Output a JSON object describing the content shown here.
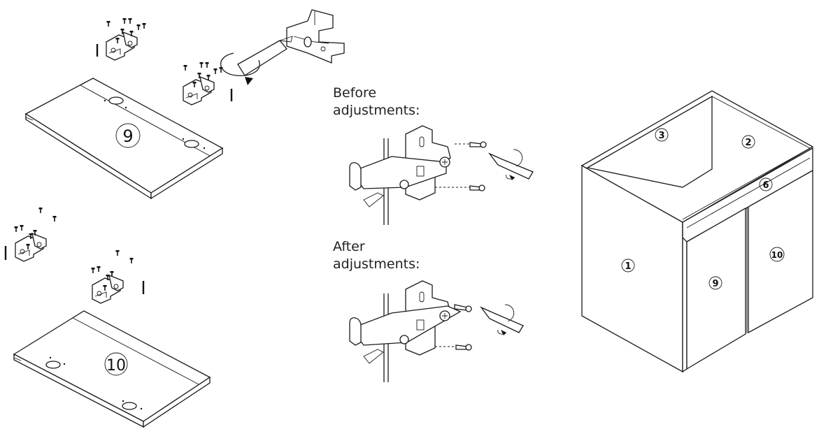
{
  "panels": {
    "door_9": {
      "label": "9"
    },
    "door_10": {
      "label": "10"
    }
  },
  "captions": {
    "before": [
      "Before",
      "adjustments:"
    ],
    "after": [
      "After",
      "adjustments:"
    ]
  },
  "cabinet": {
    "labels": {
      "side": "1",
      "back": "2",
      "top_rail": "3",
      "front_rail": "6",
      "left_door": "9",
      "right_door": "10"
    }
  }
}
